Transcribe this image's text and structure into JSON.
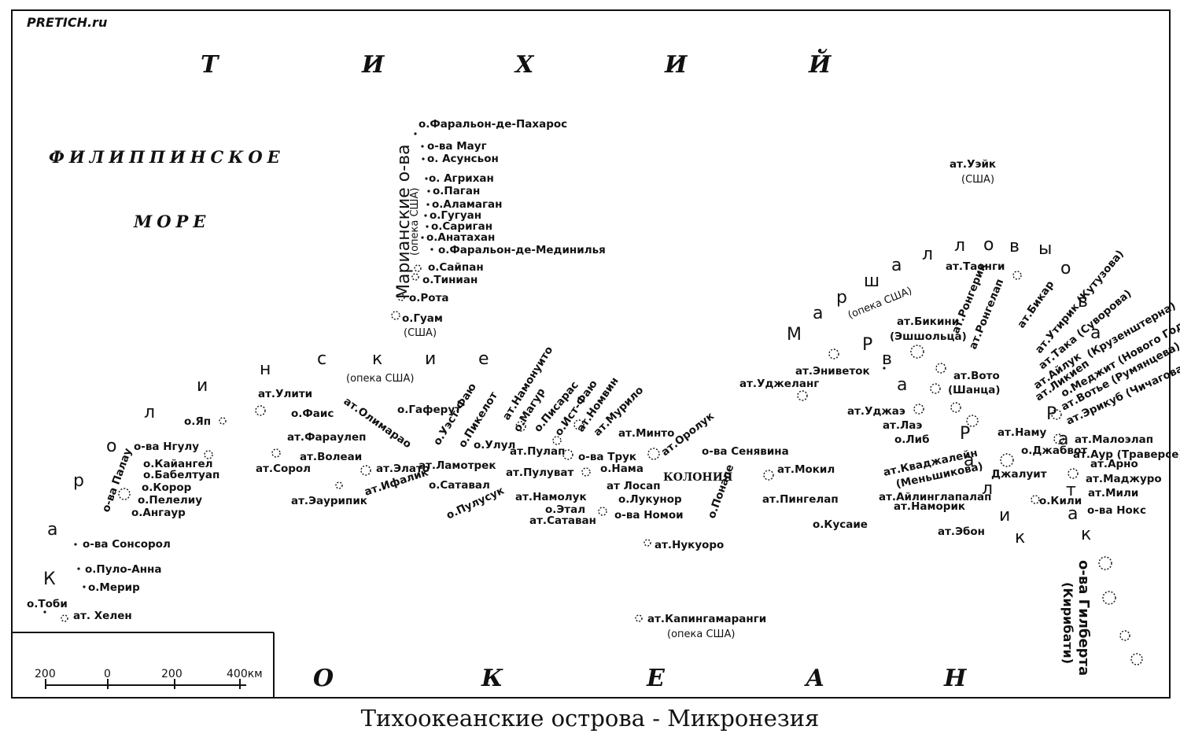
{
  "watermark": "PRETICH.ru",
  "caption": "Тихоокеанские острова - Микронезия",
  "ocean_top": [
    "Т",
    "И",
    "Х",
    "И",
    "Й"
  ],
  "ocean_bottom": [
    "О",
    "К",
    "Е",
    "А",
    "Н"
  ],
  "sea_name": [
    "ФИЛИППИНСКОЕ",
    "МОРЕ"
  ],
  "marianas_group": [
    "Марианские о-ва",
    "(опека США)"
  ],
  "carolines_arc": [
    "К",
    "а",
    "р",
    "о",
    "л",
    "и",
    "н",
    "с",
    "к",
    "и",
    "е"
  ],
  "carolines_trust": "(опека США)",
  "marshall_arc_1": [
    "М",
    "а",
    "р",
    "ш",
    "а",
    "л",
    "л",
    "о",
    "в",
    "ы"
  ],
  "marshall_trust": "(опека США)",
  "marshall_arc_2": [
    "о",
    "в",
    "а"
  ],
  "ralik_ratak": [
    "Р",
    "а",
    "т",
    "а",
    "к"
  ],
  "ralik": [
    "Р",
    "а",
    "л",
    "и",
    "к"
  ],
  "gilbert": [
    "о-ва Гилберта",
    "(Кирибати)"
  ],
  "scale": {
    "ticks": [
      "200",
      "0",
      "200",
      "400км"
    ]
  },
  "labels": {
    "faralon_pakharos": "о.Фаральон-де-Пахарос",
    "maug": "о-ва Мауг",
    "asunsion": "о. Асунсьон",
    "agrikhan": "о. Агрихан",
    "pagan": "о.Паган",
    "alamagan": "о.Аламаган",
    "guguan": "о.Гугуан",
    "sarigan": "о.Сариган",
    "anatakhan": "о.Анатахан",
    "faralon_medinilya": "о.Фаральон-де-Мединилья",
    "saipan": "о.Сайпан",
    "tinian": "о.Тиниан",
    "rota": "о.Рота",
    "guam": "о.Гуам",
    "guam_usa": "(США)",
    "ueik": "ат.Уэйк",
    "ueik_usa": "(США)",
    "yap": "о.Яп",
    "ulithi": "ат.Улити",
    "fais": "о.Фаис",
    "faraulep": "ат.Фараулеп",
    "woleai": "ат.Волеаи",
    "sorol": "ат.Сорол",
    "eauripik": "ат.Эаурипик",
    "ngulu": "о-ва Нгулу",
    "kayangel": "о.Кайангел",
    "babeltuap": "о.Бабелтуап",
    "koror": "о.Корор",
    "peleliu": "о.Пелелиу",
    "angaur": "о.Ангаур",
    "palau": "о-ва Палау",
    "sonsorol": "о-ва Сонсорол",
    "pulo_anna": "о.Пуло-Анна",
    "merir": "о.Мерир",
    "tobi": "о.Тоби",
    "helen": "ат. Хелен",
    "olimarao": "ат.Олимарао",
    "gaferut": "о.Гаферут",
    "elato": "ат.Элато",
    "ifalik": "ат.Ифалик",
    "lamotrek": "ат.Ламотрек",
    "satawal": "о.Сатавал",
    "west_fayu": "о.Уэст-Фаю",
    "pikelot": "о.Пикелот",
    "namonuito": "ат.Намонуито",
    "magur": "о.Магур",
    "pisaras": "о.Писарас",
    "east_fayu": "о.Ист-Фаю",
    "nomwin": "ат.Номвин",
    "murilo": "ат.Мурило",
    "ulul": "о.Улул",
    "pulap": "ат.Пулап",
    "puluwat": "ат.Пулуват",
    "pulusuk": "о.Пулусук",
    "namoluk": "ат.Намолук",
    "etal": "о.Этал",
    "satawan": "ат.Сатаван",
    "truk": "о-ва Трук",
    "nama": "о.Нама",
    "losap": "ат Лосап",
    "lukunor": "о.Лукунор",
    "nomoi": "о-ва Номои",
    "minto": "ат.Минто",
    "oroluk": "ат.Оролук",
    "senyavina": "о-ва Сенявина",
    "ponape": "о.Понапе",
    "kolonia": "КОЛОНИЯ",
    "mokil": "ат.Мокил",
    "pingelap": "ат.Пингелап",
    "kusaie": "о.Кусаие",
    "nukuoro": "ат.Нукуоро",
    "kapingamarangi": "ат.Капингамаранги",
    "kapinga_trust": "(опека США)",
    "ujelang": "ат.Уджеланг",
    "enewetak": "ат.Эниветок",
    "bikini": "ат.Бикини",
    "bikini_alt": "(Эшшольца)",
    "rongerik": "ат.Ронгерик",
    "rongelap": "ат.Ронгелап",
    "taongi": "ат.Таонги",
    "bikar": "ат.Бикар",
    "utirik": "ат.Утирик (Кутузова)",
    "taka": "ат.Така (Суворова)",
    "ailuk": "ат.Айлук",
    "likiep": "ат.Ликиеп",
    "krusenstern": "(Крузенштерна)",
    "mejit": "о.Меджит (Нового Года)",
    "wotje": "ат.Вотье (Румянцева)",
    "erikub": "ат.Эрикуб (Чичагова)",
    "wotho": "ат.Вото",
    "wotho_alt": "(Шанца)",
    "ujae": "ат.Уджаэ",
    "lae": "ат.Лаэ",
    "lib": "о.Либ",
    "namu": "ат.Наму",
    "kwajalein": "ат.Кваджалейн",
    "kwajalein_alt": "(Меньшикова)",
    "ailinglapalap": "ат.Айлинглапалап",
    "namorik": "ат.Наморик",
    "jabwot": "о.Джабвот",
    "jaluit": "Джалуит",
    "ebon": "ат.Эбон",
    "kili": "о.Кили",
    "maloelap": "ат.Малоэлап",
    "aur": "ат.Аур (Траверсе)",
    "arno": "ат.Арно",
    "majuro": "ат.Маджуро",
    "mili": "ат.Мили",
    "knox": "о-ва Нокс"
  }
}
